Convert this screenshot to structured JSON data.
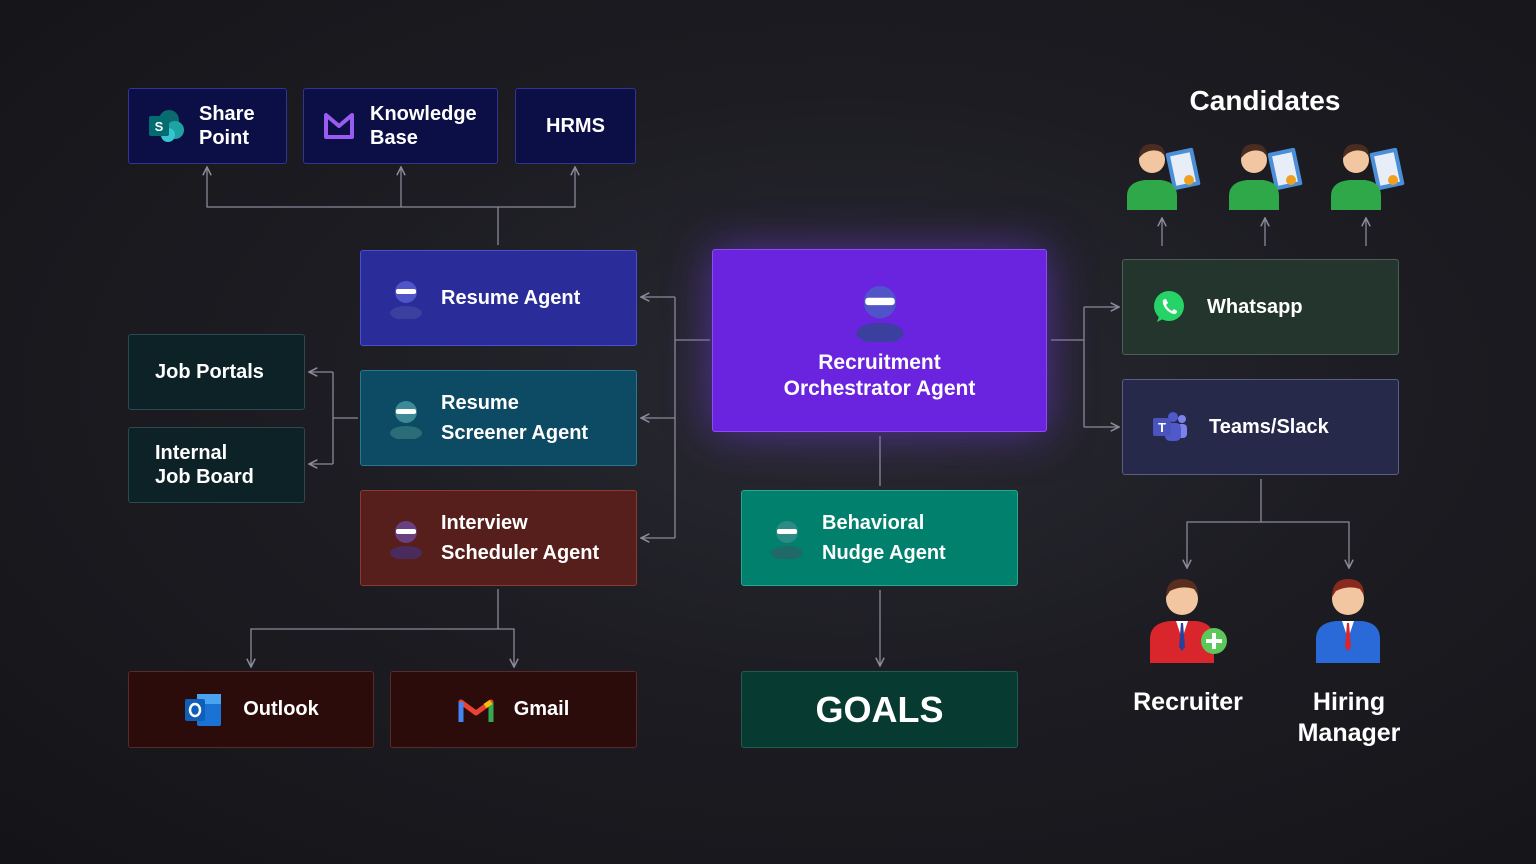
{
  "sources": {
    "sharepoint": "Share\nPoint",
    "knowledge_base": "Knowledge\nBase",
    "hrms": "HRMS"
  },
  "portals": {
    "job_portals": "Job Portals",
    "internal_job_board": "Internal\nJob Board"
  },
  "agents": {
    "resume": "Resume Agent",
    "screener": "Resume\nScreener Agent",
    "scheduler": "Interview\nScheduler Agent",
    "orchestrator": "Recruitment\nOrchestrator Agent",
    "nudge": "Behavioral\nNudge Agent"
  },
  "mail": {
    "outlook": "Outlook",
    "gmail": "Gmail"
  },
  "goals": "GOALS",
  "candidates": {
    "title": "Candidates"
  },
  "channels": {
    "whatsapp": "Whatsapp",
    "teams_slack": "Teams/Slack"
  },
  "people": {
    "recruiter": "Recruiter",
    "hiring_manager": "Hiring\nManager"
  },
  "icons": {
    "sharepoint": "sharepoint-icon",
    "knowledge_base": "knowledge-base-icon",
    "outlook": "outlook-icon",
    "gmail": "gmail-icon",
    "whatsapp": "whatsapp-icon",
    "teams": "teams-icon",
    "agent": "robot-agent-icon",
    "candidate": "candidate-resume-icon",
    "recruiter": "recruiter-person-icon",
    "hiring_manager": "hiring-manager-person-icon"
  },
  "colors": {
    "background": "#1a1a20",
    "source_box": "#0c0f45",
    "resume_agent": "#2a2c9a",
    "screener_agent": "#0d4a63",
    "scheduler_agent": "#571f1c",
    "orchestrator_agent": "#6a24e0",
    "nudge_agent": "#00806d",
    "goals_box": "#073a31",
    "mail_box": "#2c0b0b",
    "whatsapp_box": "#23352c",
    "teams_box": "#27294a",
    "connector": "#8a8a99"
  }
}
